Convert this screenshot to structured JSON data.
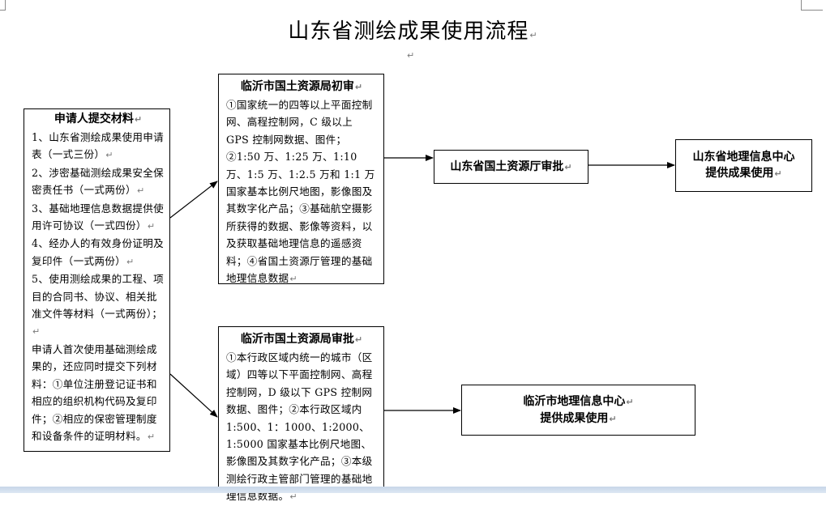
{
  "title": "山东省测绘成果使用流程",
  "pilcrow": "↵",
  "applicant": {
    "heading": "申请人提交材料",
    "lines": [
      "1、山东省测绘成果使用申请表（一式三份）",
      "2、涉密基础测绘成果安全保密责任书（一式两份）",
      "3、基础地理信息数据提供使用许可协议（一式四份）",
      "4、经办人的有效身份证明及复印件（一式两份）",
      "5、使用测绘成果的工程、项目的合同书、协议、相关批准文件等材料（一式两份）；",
      "申请人首次使用基础测绘成果的，还应同时提交下列材料：①单位注册登记证书和相应的组织机构代码及复印件；②相应的保密管理制度和设备条件的证明材料。"
    ]
  },
  "city_initial_review": {
    "heading": "临沂市国土资源局初审",
    "body": "①国家统一的四等以上平面控制网、高程控制网，C 级以上 GPS 控制网数据、图件；②1:50 万、1:25 万、1:10 万、1:5 万、1:2.5 万和 1:1 万国家基本比例尺地图，影像图及其数字化产品；③基础航空摄影所获得的数据、影像等资料，以及获取基础地理信息的遥感资料；④省国土资源厅管理的基础地理信息数据"
  },
  "city_approval": {
    "heading": "临沂市国土资源局审批",
    "body": "①本行政区域内统一的城市（区域）四等以下平面控制网、高程控制网，D 级以下 GPS 控制网数据、图件；②本行政区域内 1:500、1：1000、1:2000、1:5000 国家基本比例尺地图、影像图及其数字化产品；③本级测绘行政主管部门管理的基础地理信息数据。"
  },
  "province_approval": {
    "label": "山东省国土资源厅审批"
  },
  "province_center": {
    "line1": "山东省地理信息中心",
    "line2": "提供成果使用"
  },
  "city_center": {
    "line1": "临沂市地理信息中心",
    "line2": "提供成果使用"
  },
  "colors": {
    "border": "#000000",
    "arrow": "#000000",
    "paragraph_mark": "#7a7a7a",
    "status_bar": "#c7d6e8"
  }
}
